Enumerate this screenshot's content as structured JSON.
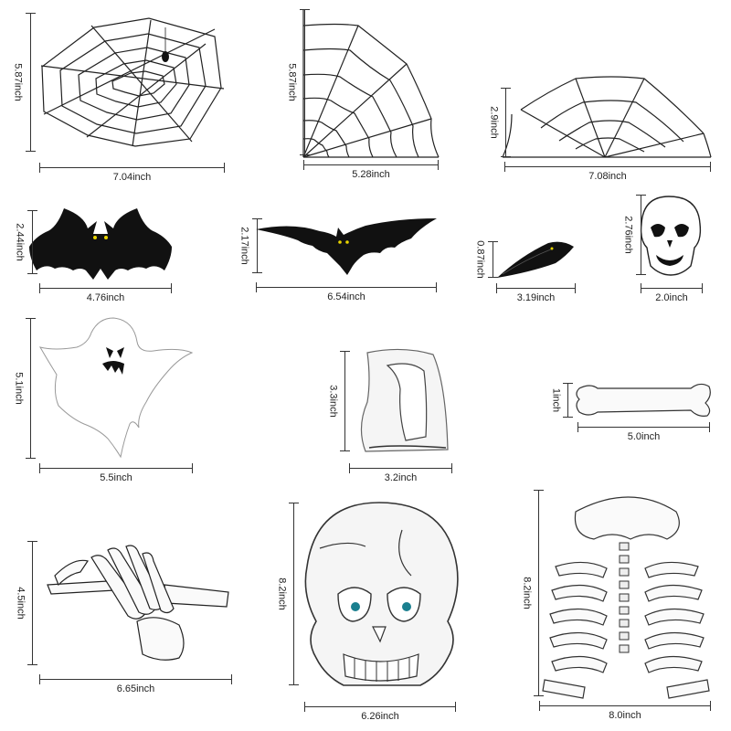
{
  "products": [
    {
      "name": "spider-web-full",
      "width": "7.04inch",
      "height": "5.87inch"
    },
    {
      "name": "spider-web-corner",
      "width": "5.28inch",
      "height": "5.87inch"
    },
    {
      "name": "spider-web-half",
      "width": "7.08inch",
      "height": "2.9inch"
    },
    {
      "name": "bat-front",
      "width": "4.76inch",
      "height": "2.44inch"
    },
    {
      "name": "bat-flying",
      "width": "6.54inch",
      "height": "2.17inch"
    },
    {
      "name": "bat-folded",
      "width": "3.19inch",
      "height": "0.87inch"
    },
    {
      "name": "small-skull",
      "width": "2.0inch",
      "height": "2.76inch"
    },
    {
      "name": "ghost",
      "width": "5.5inch",
      "height": "5.1inch"
    },
    {
      "name": "pelvis",
      "width": "3.2inch",
      "height": "3.3inch"
    },
    {
      "name": "bone",
      "width": "5.0inch",
      "height": "1inch"
    },
    {
      "name": "skeleton-hand",
      "width": "6.65inch",
      "height": "4.5inch"
    },
    {
      "name": "large-skull",
      "width": "6.26inch",
      "height": "8.2inch"
    },
    {
      "name": "ribcage",
      "width": "8.0inch",
      "height": "8.2inch"
    }
  ]
}
